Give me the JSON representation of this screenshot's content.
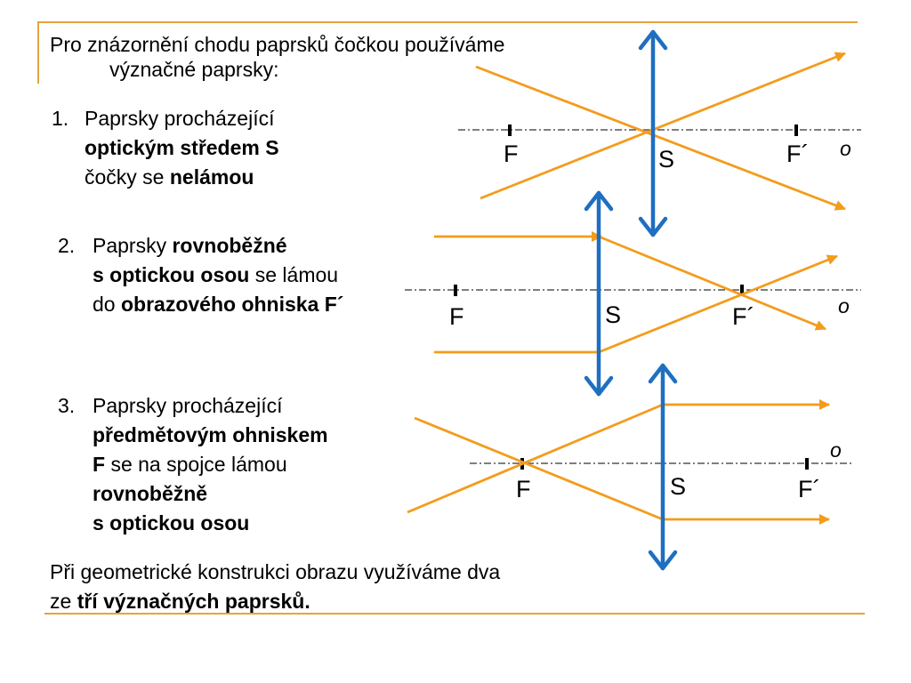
{
  "intro": {
    "line1": "Pro znázornění chodu paprsků čočkou používáme",
    "line2": "význačné paprsky:"
  },
  "items": [
    {
      "num": "1.",
      "l1": "Paprsky procházející",
      "l2_bold": "optickým středem S",
      "l3_a": "čočky se ",
      "l3_bold": "nelámou"
    },
    {
      "num": "2.",
      "l1_a": "Paprsky ",
      "l1_bold": "rovnoběžné",
      "l2_bold": "s optickou osou",
      "l2_b": " se lámou",
      "l3_a": "do ",
      "l3_bold": "obrazového ohniska F´"
    },
    {
      "num": "3.",
      "l1": "Paprsky procházející",
      "l2_bold": "předmětovým ohniskem",
      "l3_bold": "F",
      "l3_b": " se na spojce lámou",
      "l4_bold": "rovnoběžně",
      "l5_bold": "s optickou osou"
    }
  ],
  "conclusion": {
    "line1": "Při geometrické konstrukci obrazu využíváme dva",
    "line2_a": "ze ",
    "line2_bold": "tří význačných paprsků."
  },
  "diagram": {
    "focus_label": "F",
    "image_focus_label": "F´",
    "center_label": "S",
    "axis_label": "o"
  },
  "colors": {
    "ray": "#f39c1c",
    "lens": "#1f6fc1",
    "accent": "#e8a33d"
  }
}
